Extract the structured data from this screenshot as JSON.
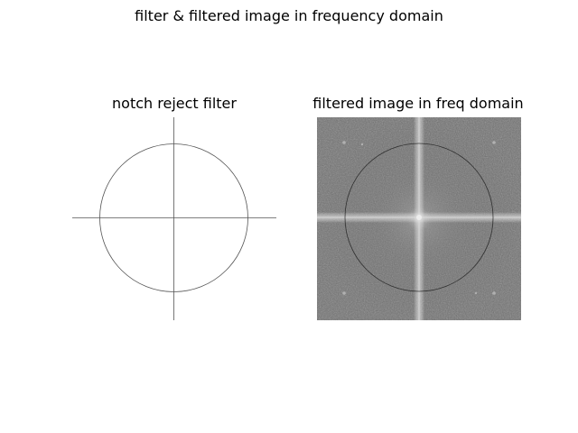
{
  "figure": {
    "suptitle": "filter & filtered image in frequency domain"
  },
  "panels": [
    {
      "title": "notch reject filter",
      "content": "circle-and-crosshair-mask",
      "background": "#ffffff",
      "line_color": "#555555"
    },
    {
      "title": "filtered image in freq domain",
      "content": "fourier-magnitude-spectrum-grayscale",
      "background": "#6e6e6e",
      "line_color": "#1a1a1a"
    }
  ]
}
